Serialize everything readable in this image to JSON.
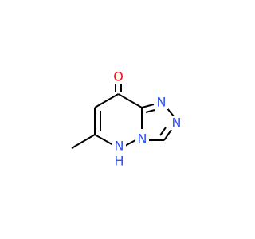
{
  "colors": {
    "background": "#ffffff",
    "bond": "#000000",
    "oxygen": "#ff0d0d",
    "nitrogen": "#3050f8"
  },
  "atoms": {
    "oxygen": {
      "label": "O",
      "element": "O"
    },
    "n1": {
      "label": "N",
      "element": "N"
    },
    "n2": {
      "label": "N",
      "element": "N"
    },
    "n3": {
      "label": "N",
      "element": "N"
    },
    "nh": {
      "label": "N",
      "element": "N"
    },
    "nh_h": {
      "label": "H",
      "element": "N"
    }
  }
}
